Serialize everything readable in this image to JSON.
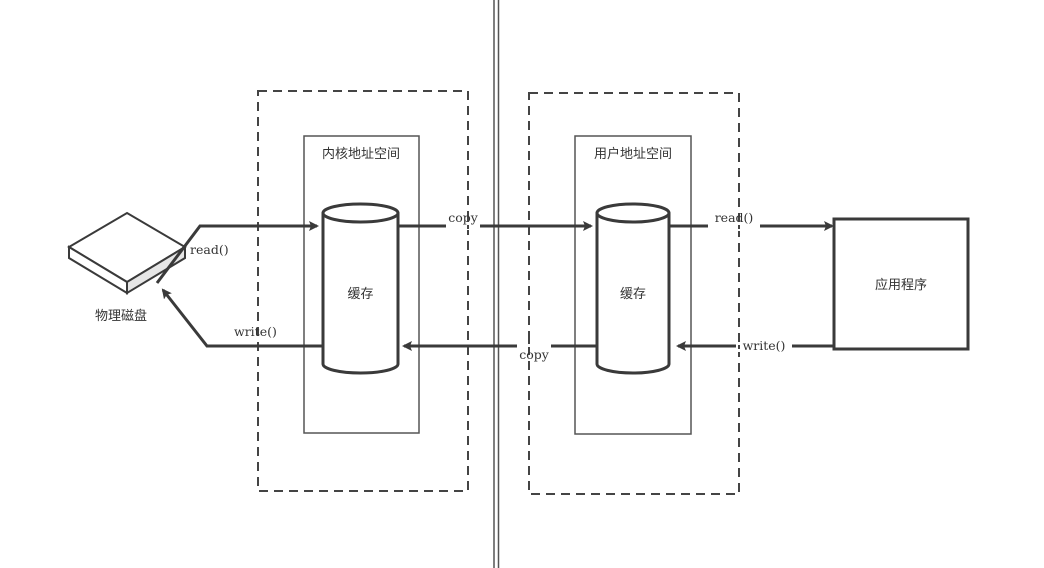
{
  "diagram": {
    "disk": {
      "label": "物理磁盘"
    },
    "kernel_space": {
      "title": "内核地址空间",
      "buffer_label": "缓存"
    },
    "user_space": {
      "title": "用户地址空间",
      "buffer_label": "缓存"
    },
    "application": {
      "label": "应用程序"
    },
    "arrows": {
      "disk_to_kernel": "read()",
      "kernel_to_disk": "write()",
      "kernel_to_user": "copy",
      "user_to_kernel": "copy",
      "user_to_app": "read()",
      "app_to_user": "write()"
    },
    "colors": {
      "stroke": "#3a3a3a",
      "dash": "#444444",
      "text": "#333333"
    }
  }
}
